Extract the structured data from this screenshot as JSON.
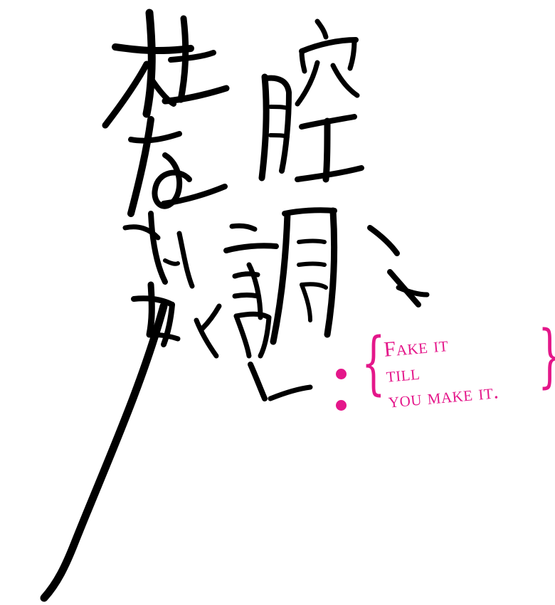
{
  "artwork": {
    "calligraphy_text": "杜撰腔調",
    "accent_color": "#e4178a",
    "ink_color": "#000000"
  },
  "subtitle": {
    "lines": [
      "Fake it",
      "till",
      "you make it."
    ]
  }
}
